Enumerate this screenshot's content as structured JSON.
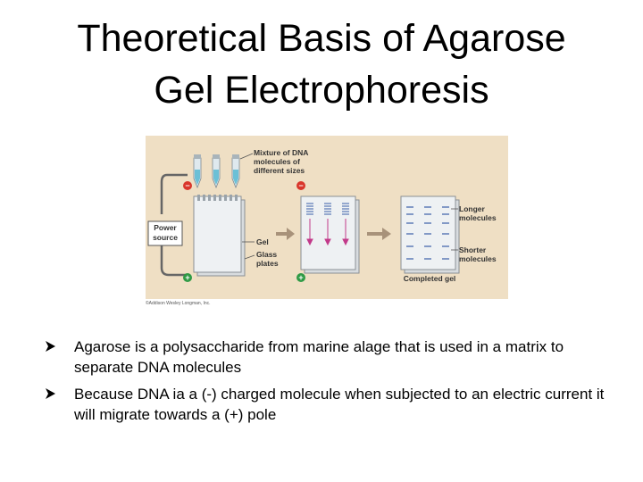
{
  "slide": {
    "title_line1": "Theoretical Basis of Agarose",
    "title_line2": "Gel Electrophoresis"
  },
  "figure": {
    "label_mixture_1": "Mixture of DNA",
    "label_mixture_2": "molecules of",
    "label_mixture_3": "different sizes",
    "label_power_1": "Power",
    "label_power_2": "source",
    "label_gel": "Gel",
    "label_glass_1": "Glass",
    "label_glass_2": "plates",
    "label_longer_1": "Longer",
    "label_longer_2": "molecules",
    "label_shorter_1": "Shorter",
    "label_shorter_2": "molecules",
    "label_completed": "Completed gel",
    "credit": "©Addison Wesley Longman, Inc.",
    "minus_sign": "−",
    "plus_sign": "+"
  },
  "bullets": [
    {
      "text": "Agarose is a polysaccharide from marine alage that is used in a matrix to separate DNA molecules"
    },
    {
      "text": "Because DNA ia a (-) charged molecule when subjected to an electric current it will migrate towards a (+) pole"
    }
  ],
  "colors": {
    "figure_bg": "#efdfc4",
    "minus_terminal": "#d9362b",
    "plus_terminal": "#2f9a45",
    "band": "#3a5fa8",
    "arrow": "#c23a8a",
    "process_arrow": "#a8927a"
  }
}
